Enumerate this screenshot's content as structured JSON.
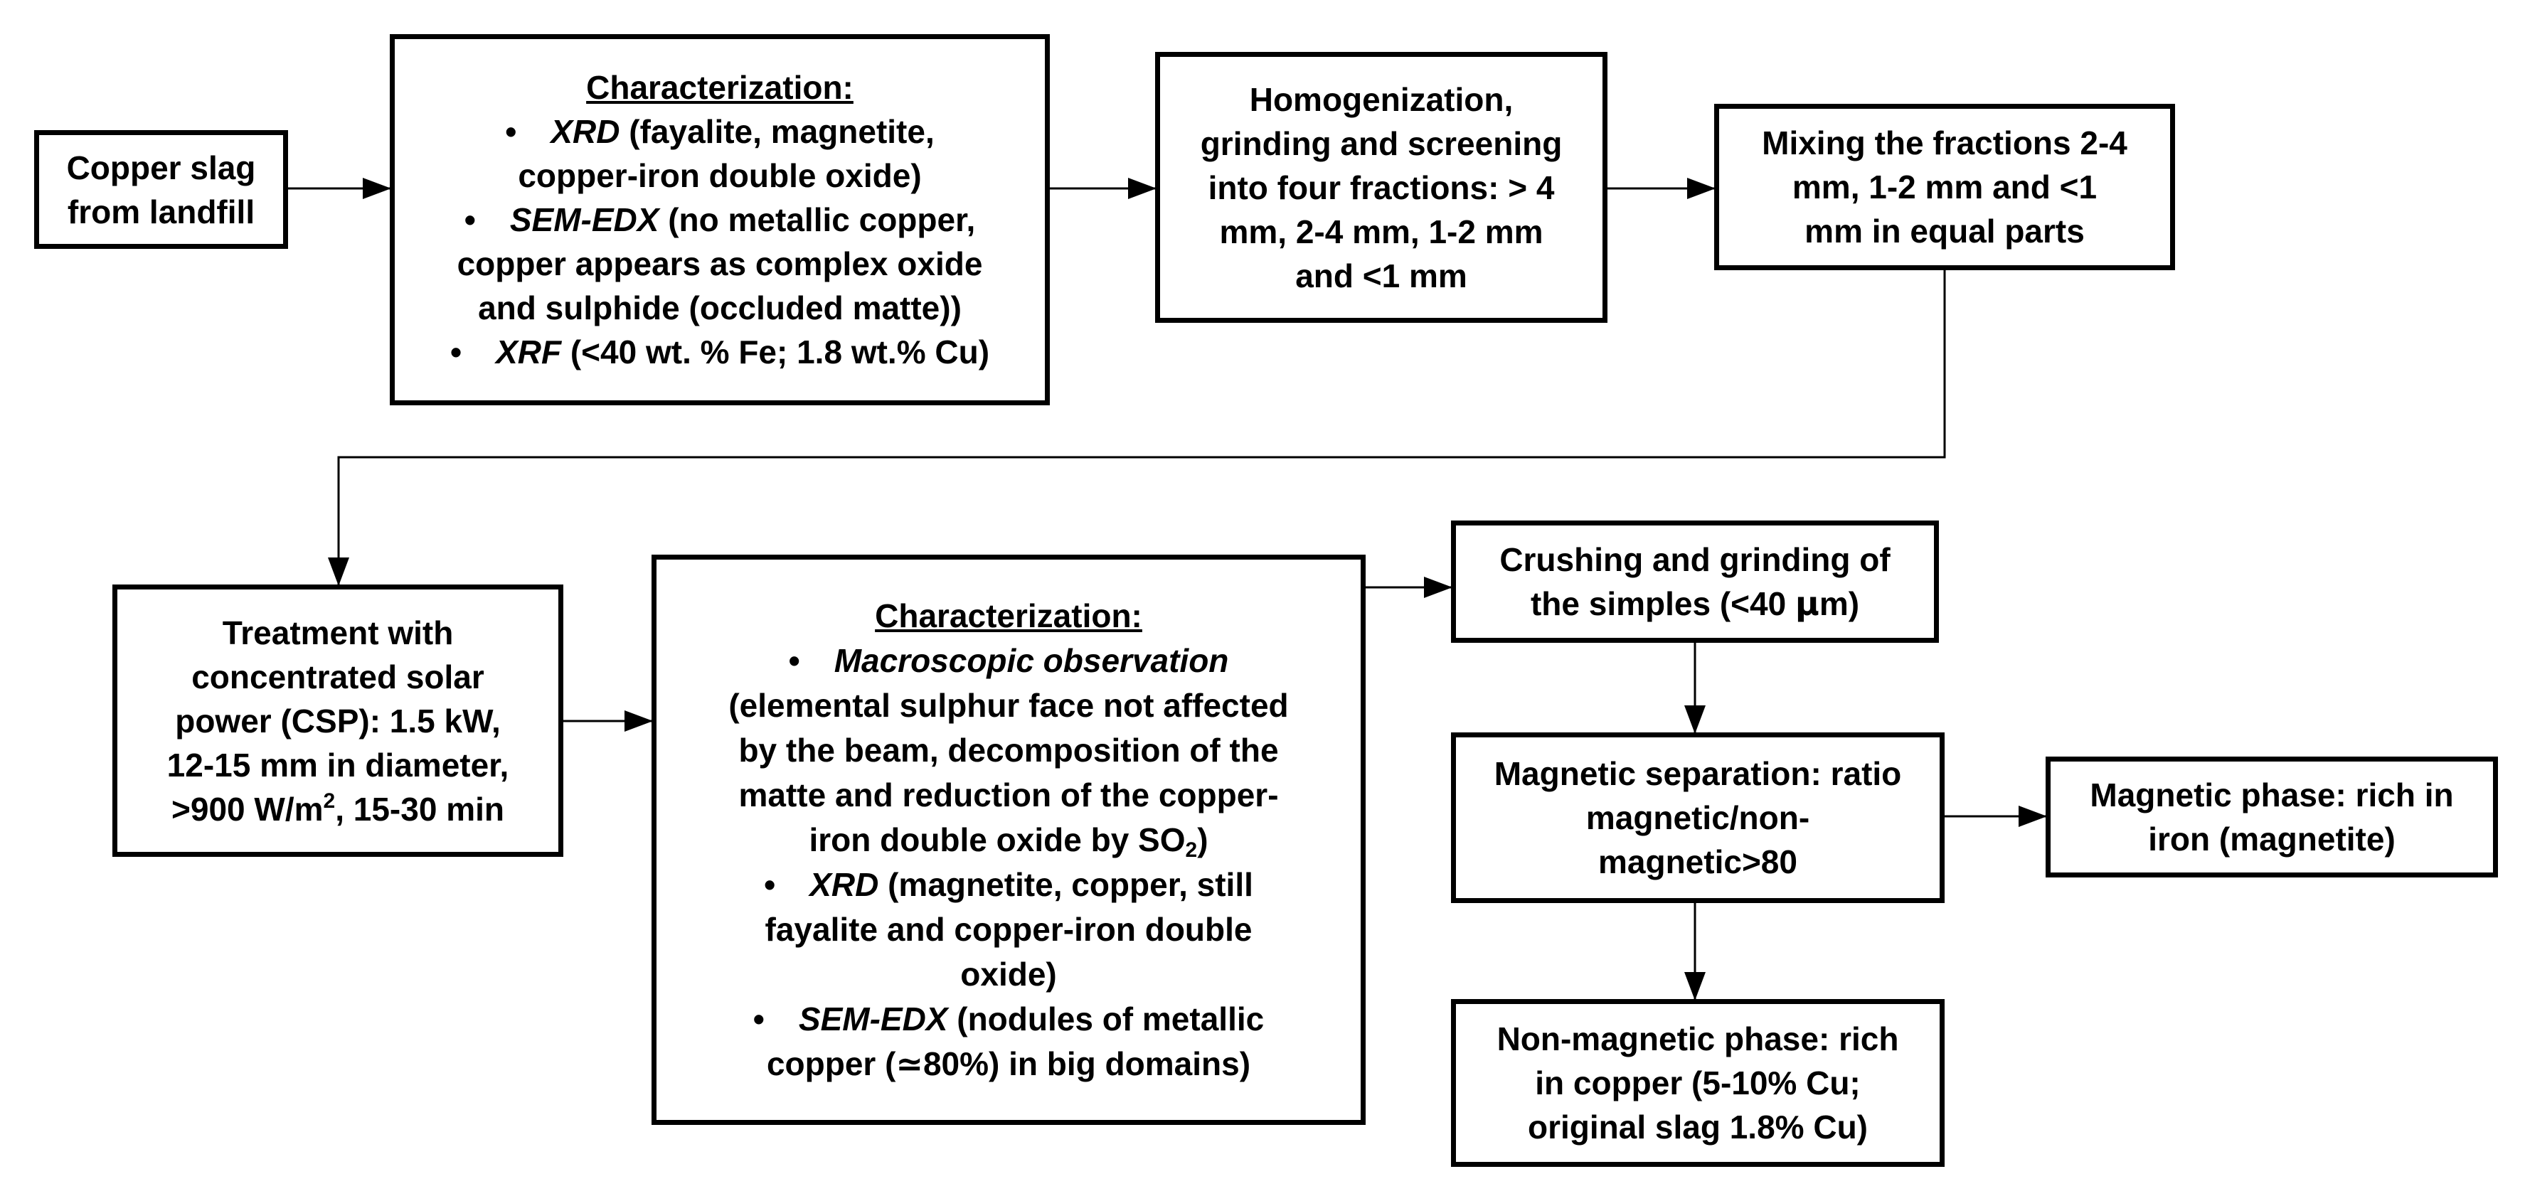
{
  "boxes": {
    "copper_slag": {
      "lines": [
        "Copper slag",
        "from landfill"
      ]
    },
    "characterization_1": {
      "title": "Characterization:",
      "bullet_symbol": "•",
      "xrd_label": "XRD",
      "xrd_text_1": "(fayalite, magnetite,",
      "xrd_text_2": "copper-iron double oxide)",
      "sem_label": "SEM-EDX",
      "sem_text_1": "(no metallic copper,",
      "sem_text_2": "copper appears as complex oxide",
      "sem_text_3": "and sulphide (occluded matte))",
      "xrf_label": "XRF",
      "xrf_text": "(<40 wt. % Fe; 1.8 wt.% Cu)"
    },
    "homogenization": {
      "lines": [
        "Homogenization,",
        "grinding and screening",
        "into four fractions: > 4",
        "mm, 2-4 mm, 1-2 mm",
        "and <1 mm"
      ]
    },
    "mixing": {
      "lines": [
        "Mixing the fractions 2-4",
        "mm, 1-2 mm and <1",
        "mm in equal parts"
      ]
    },
    "treatment": {
      "line_1": "Treatment with",
      "line_2": "concentrated solar",
      "line_3": "power (CSP): 1.5 kW,",
      "line_4": "12-15 mm in diameter,",
      "line_5_pre": ">900 W/m",
      "line_5_sup": "2",
      "line_5_post": ", 15-30 min"
    },
    "characterization_2": {
      "title": "Characterization:",
      "bullet_symbol": "•",
      "macro_label": "Macroscopic observation",
      "macro_text_1": "(elemental sulphur face not affected",
      "macro_text_2": "by the beam, decomposition of the",
      "macro_text_3": "matte and reduction of the copper-",
      "macro_text_4_pre": "iron double oxide by SO",
      "macro_text_4_sub": "2",
      "macro_text_4_post": ")",
      "xrd_label": "XRD",
      "xrd_text_1": "(magnetite, copper, still",
      "xrd_text_2": "fayalite and copper-iron double",
      "xrd_text_3": "oxide)",
      "sem_label": "SEM-EDX",
      "sem_text_1": "(nodules of metallic",
      "sem_text_2": "copper (≃80%) in big domains)"
    },
    "crushing": {
      "line_1": "Crushing and grinding of",
      "line_2_pre": "the simples (<40 ",
      "line_2_mu": "μ",
      "line_2_post": "m)"
    },
    "magnetic_separation": {
      "lines": [
        "Magnetic separation: ratio",
        "magnetic/non-",
        "magnetic>80"
      ]
    },
    "magnetic_phase": {
      "lines": [
        "Magnetic phase: rich in",
        "iron (magnetite)"
      ]
    },
    "non_magnetic_phase": {
      "lines": [
        "Non-magnetic phase: rich",
        "in copper (5-10% Cu;",
        "original slag 1.8% Cu)"
      ]
    }
  },
  "colors": {
    "stroke": "#000000",
    "background": "#ffffff"
  }
}
